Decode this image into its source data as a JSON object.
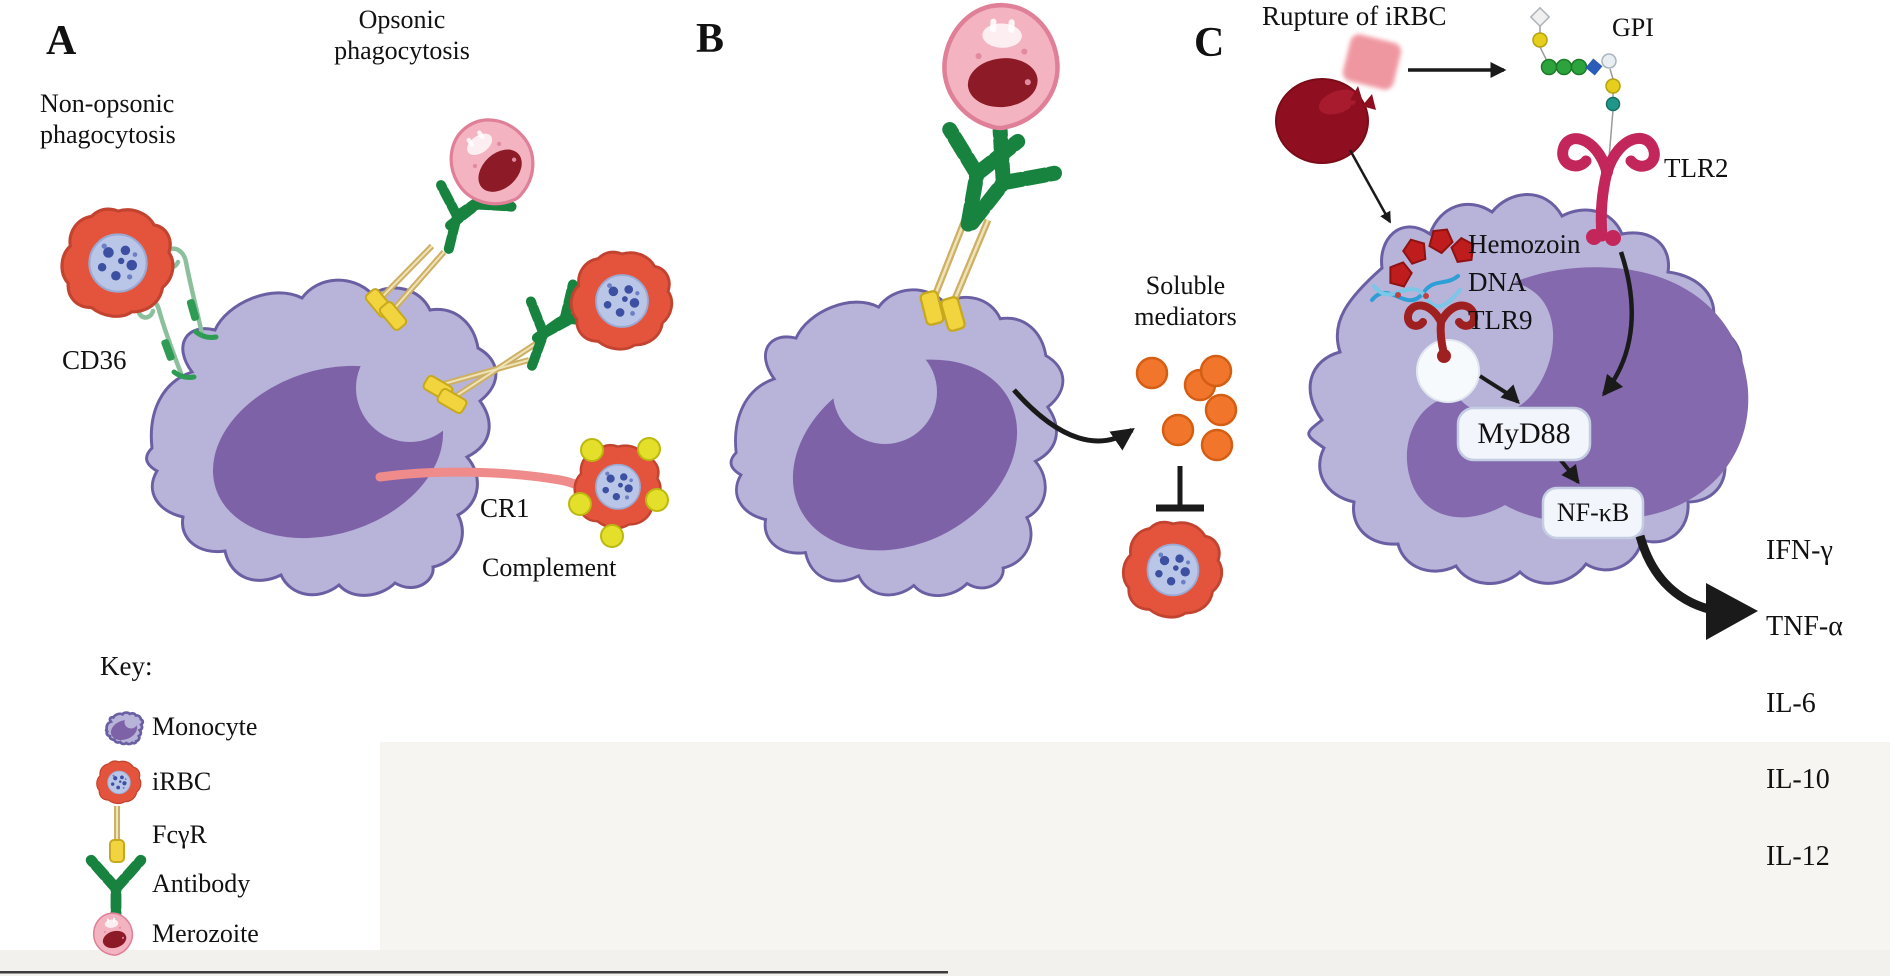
{
  "panel_a": {
    "label": "A",
    "non_opsonic_title": "Non-opsonic phagocytosis",
    "opsonic_title": "Opsonic phagocytosis",
    "cd36_label": "CD36",
    "cr1_label": "CR1",
    "complement_label": "Complement"
  },
  "panel_b": {
    "label": "B",
    "soluble_mediators_label": "Soluble mediators"
  },
  "panel_c": {
    "label": "C",
    "rupture_label": "Rupture of iRBC",
    "gpi_label": "GPI",
    "tlr2_label": "TLR2",
    "hemozoin_label": "Hemozoin",
    "dna_label": "DNA",
    "tlr9_label": "TLR9",
    "myd88_label": "MyD88",
    "nfkb_label": "NF-κB",
    "cytokines": [
      "IFN-γ",
      "TNF-α",
      "IL-6",
      "IL-10",
      "IL-12"
    ]
  },
  "key": {
    "title": "Key:",
    "items": [
      {
        "icon": "monocyte-icon",
        "label": "Monocyte"
      },
      {
        "icon": "irbc-icon",
        "label": "iRBC"
      },
      {
        "icon": "fc-gamma-receptor-icon",
        "label": "FcγR"
      },
      {
        "icon": "antibody-icon",
        "label": "Antibody"
      },
      {
        "icon": "merozoite-icon",
        "label": "Merozoite"
      }
    ]
  },
  "colors": {
    "monocyte_cytoplasm": "#b8b3d8",
    "monocyte_outline": "#6b5fa3",
    "monocyte_nucleus": "#7e62a8",
    "irbc_membrane": "#e4543c",
    "parasite_body": "#b9c6e8",
    "parasite_speckle": "#3d4fa1",
    "antibody_green": "#17833f",
    "fc_receptor_yellow": "#f2d53e",
    "fc_stalk_tan": "#cdb065",
    "cd36_green": "#8cc09c",
    "cr1_pink": "#ef8b8b",
    "complement_yellow": "#e3df2b",
    "mediator_orange": "#f1752b",
    "merozoite_pink": "#f3b3c0",
    "merozoite_core": "#8c1b27",
    "hemozoin_red": "#bf1d1d",
    "tlr2_crimson": "#c2265a",
    "tlr9_dark_red": "#9e2020",
    "ruptured_rbc_red": "#8f0f20",
    "arrow_black": "#1a1a1a"
  }
}
